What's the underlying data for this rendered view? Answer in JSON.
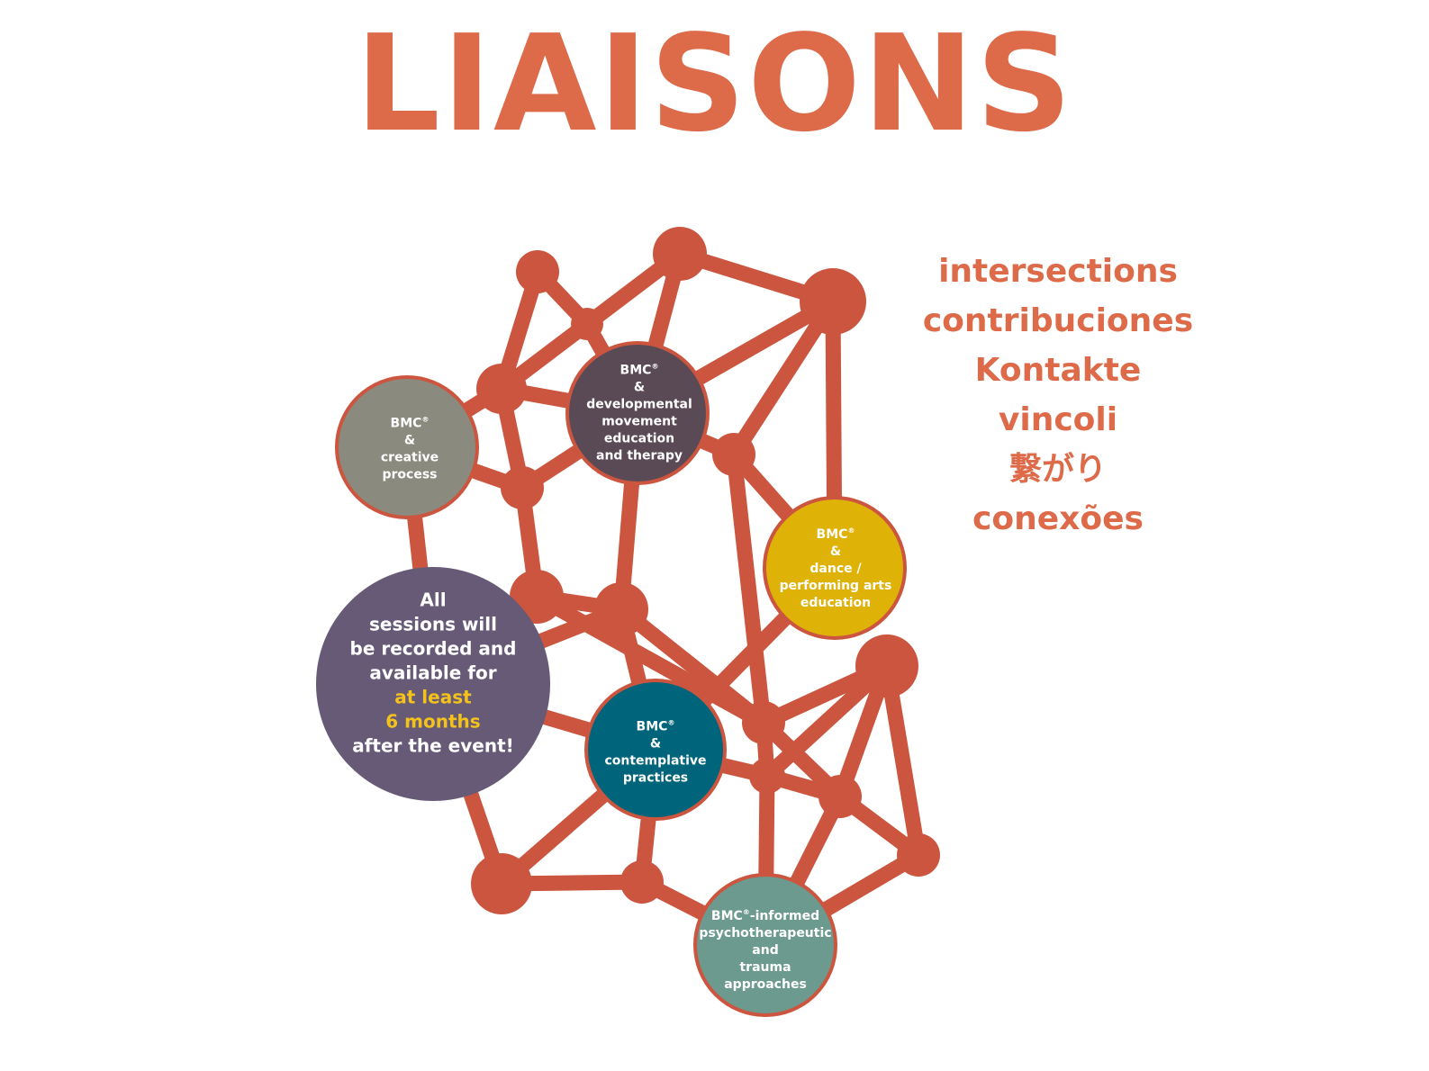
{
  "title": "LIAISONS",
  "translations": [
    "intersections",
    "contribuciones",
    "Kontakte",
    "vincoli",
    "繋がり",
    "conexões"
  ],
  "colors": {
    "accent": "#dd6b4a",
    "network": "#cc553f",
    "creative": "#8b8a7e",
    "developmental": "#5a4a55",
    "dance": "#dfb208",
    "contemplative": "#00647a",
    "psychotherapeutic": "#6c9a8e",
    "recordings": "#675a77",
    "highlight": "#f3c21b"
  },
  "circles": {
    "creative": {
      "lines": [
        "BMC®",
        "&",
        "creative",
        "process"
      ]
    },
    "developmental": {
      "lines": [
        "BMC®",
        "&",
        "developmental",
        "movement",
        "education",
        "and therapy"
      ]
    },
    "dance": {
      "lines": [
        "BMC®",
        "&",
        "dance /",
        "performing arts",
        "education"
      ]
    },
    "contemplative": {
      "lines": [
        "BMC®",
        "&",
        "contemplative",
        "practices"
      ]
    },
    "psychotherapeutic": {
      "lines": [
        "BMC®-informed",
        "psychotherapeutic",
        "and",
        "trauma",
        "approaches"
      ]
    },
    "recordings": {
      "lines": [
        "All",
        "sessions will",
        "be recorded and",
        "available for"
      ],
      "highlight_lines": [
        "at least",
        "6 months"
      ],
      "final_line": "after the event!"
    }
  }
}
